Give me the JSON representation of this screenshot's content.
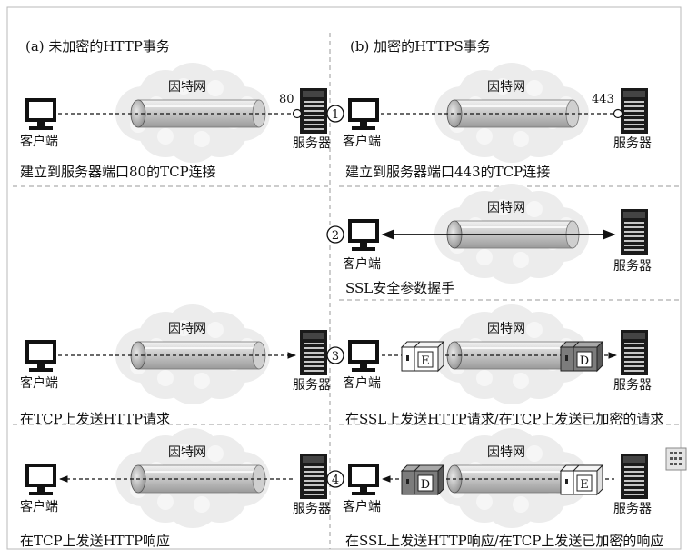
{
  "left_title": "(a) 未加密的HTTP事务",
  "right_title": "(b) 加密的HTTPS事务",
  "internet_label": "因特网",
  "client_label": "客户端",
  "server_label": "服务器",
  "port_http": "80",
  "port_https": "443",
  "step_numbers": [
    "1",
    "2",
    "3",
    "4"
  ],
  "encrypt_box_letter": "E",
  "decrypt_box_letter": "D",
  "captions": {
    "a1": "建立到服务器端口80的TCP连接",
    "b1": "建立到服务器端口443的TCP连接",
    "b2": "SSL安全参数握手",
    "a3": "在TCP上发送HTTP请求",
    "b3": "在SSL上发送HTTP请求/在TCP上发送已加密的请求",
    "a4": "在TCP上发送HTTP响应",
    "b4": "在SSL上发送HTTP响应/在TCP上发送已加密的响应"
  }
}
